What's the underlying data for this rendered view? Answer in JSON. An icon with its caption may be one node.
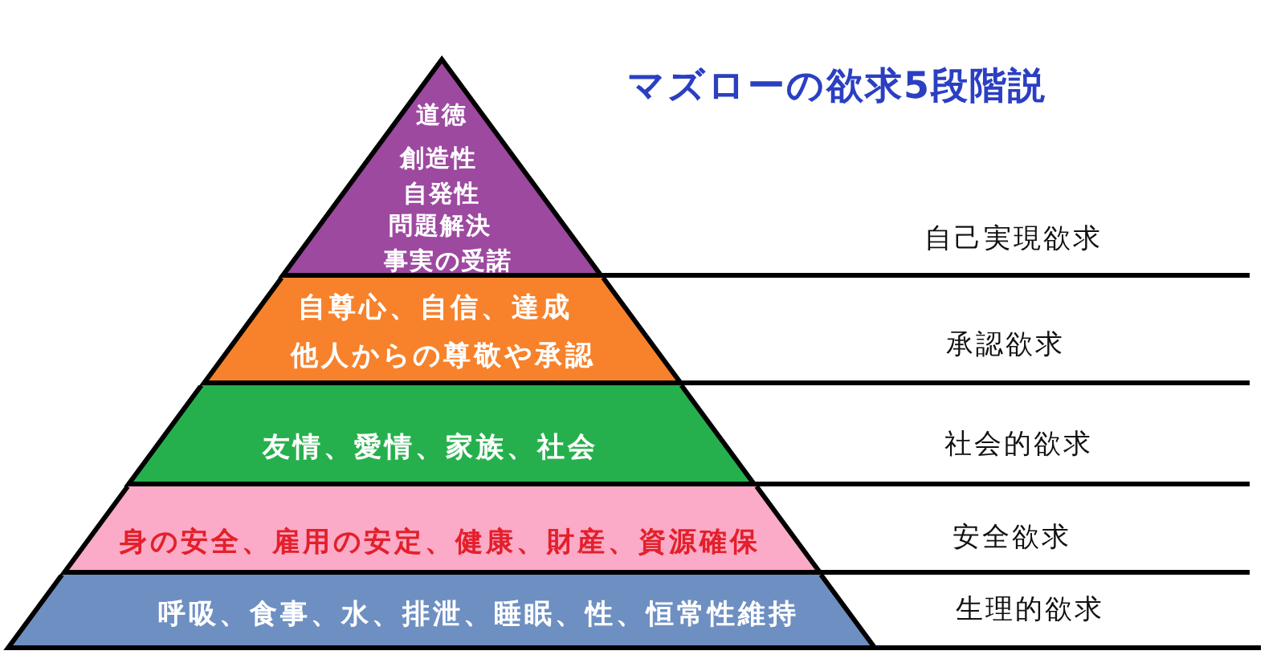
{
  "diagram": {
    "title": "マズローの欲求5段階説",
    "nodes": [
      {
        "text": [
          "道徳",
          "創造性",
          "自発性",
          "問題解決",
          "事実の受諾"
        ]
      },
      {
        "text": [
          "自尊心、自信、達成",
          "他人からの尊敬や承認"
        ]
      },
      {
        "text": [
          "友情、愛情、家族、社会"
        ]
      },
      {
        "text": [
          "身の安全、雇用の安定、健康、財産、資源確保"
        ]
      },
      {
        "text": [
          "呼吸、食事、水、排泄、睡眠、性、恒常性維持"
        ]
      }
    ],
    "labels": [
      "自己実現欲求",
      "承認欲求",
      "社会的欲求",
      "安全欲求",
      "生理的欲求"
    ]
  }
}
